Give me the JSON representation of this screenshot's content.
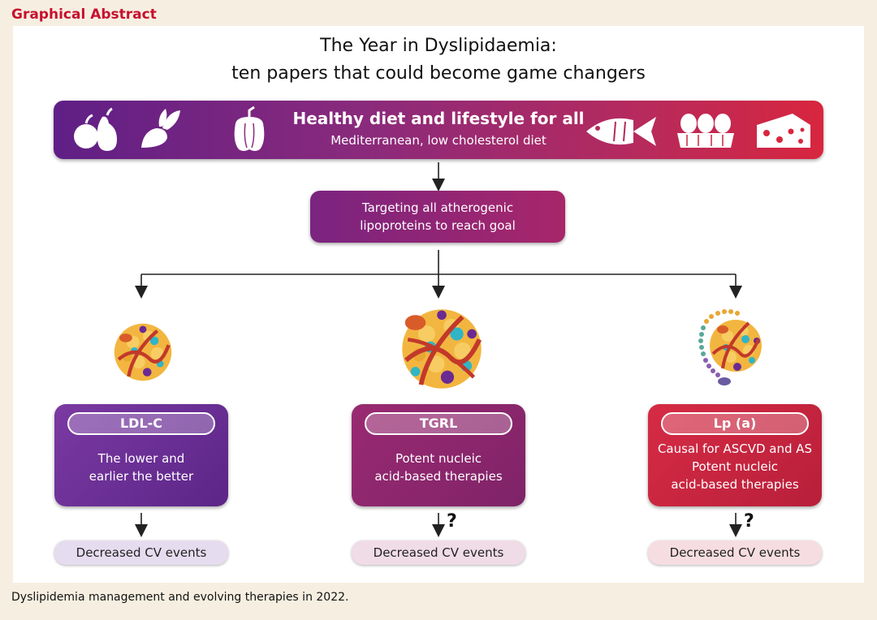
{
  "header": {
    "label": "Graphical Abstract"
  },
  "title": {
    "line1": "The Year in Dyslipidaemia:",
    "line2": "ten papers that could become game changers"
  },
  "banner": {
    "title": "Healthy diet and lifestyle for all",
    "subtitle": "Mediterranean, low cholesterol diet",
    "icons": [
      "apple-pear-icon",
      "beetroot-icon",
      "pepper-icon",
      "fish-icon",
      "eggs-icon",
      "cheese-icon"
    ]
  },
  "target": {
    "line1": "Targeting all atherogenic",
    "line2": "lipoproteins to reach goal"
  },
  "cards": [
    {
      "pill": "LDL-C",
      "line1": "The lower and",
      "line2": "earlier the better",
      "line3": "",
      "color": "#6a2a92",
      "outcome": "Decreased CV events",
      "outcome_color": "#e6dcef",
      "question": ""
    },
    {
      "pill": "TGRL",
      "line1": "Potent nucleic",
      "line2": "acid-based therapies",
      "line3": "",
      "color": "#8c2670",
      "outcome": "Decreased CV events",
      "outcome_color": "#f0dce6",
      "question": "?"
    },
    {
      "pill": "Lp (a)",
      "line1": "Causal for ASCVD and AS",
      "line2": "Potent nucleic",
      "line3": "acid-based therapies",
      "color": "#c8243f",
      "outcome": "Decreased CV events",
      "outcome_color": "#f6dde1",
      "question": "?"
    }
  ],
  "caption": "Dyslipidemia management and evolving therapies in 2022."
}
